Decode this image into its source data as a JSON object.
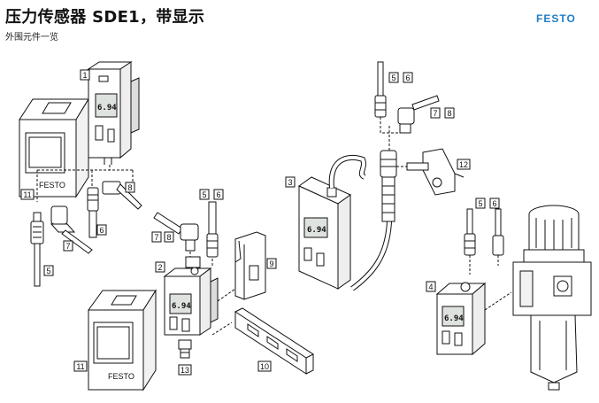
{
  "header": {
    "title": "压力传感器 SDE1，带显示",
    "subtitle": "外围元件一览",
    "brand": "FESTO"
  },
  "callouts": {
    "c1": "1",
    "c2": "2",
    "c3": "3",
    "c4": "4",
    "c5a": "5",
    "c5b": "5",
    "c5c": "5",
    "c5d": "5",
    "c6a": "6",
    "c6b": "6",
    "c6c": "6",
    "c6d": "6",
    "c7a": "7",
    "c7b": "7",
    "c7c": "7",
    "c8a": "8",
    "c8b": "8",
    "c8c": "8",
    "c9": "9",
    "c10": "10",
    "c11a": "11",
    "c11b": "11",
    "c12": "12",
    "c13": "13"
  },
  "displays": {
    "d1": "6.94",
    "d2": "6.94",
    "d3": "6.94",
    "d4": "6.94"
  },
  "cover_brand": "FESTO",
  "colors": {
    "brand": "#1f7ec8",
    "line": "#111111",
    "lcd": "#dfe3df"
  }
}
